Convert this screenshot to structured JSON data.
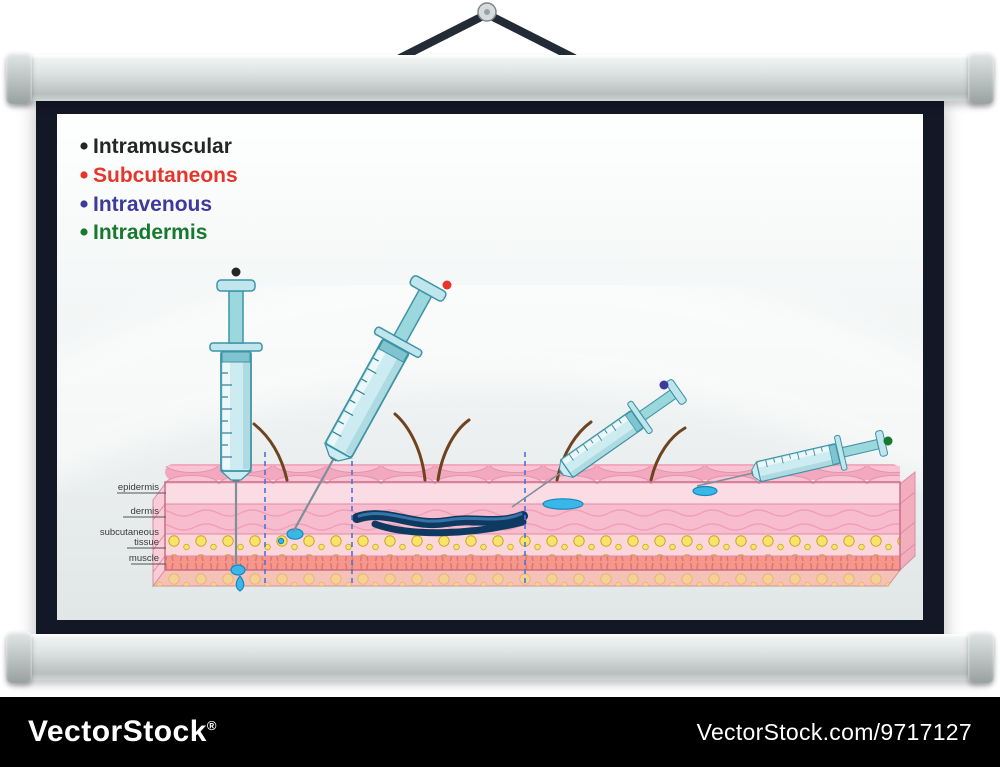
{
  "legend": {
    "items": [
      {
        "label": "Intramuscular",
        "color": "#252525"
      },
      {
        "label": "Subcutaneons",
        "color": "#e6352b"
      },
      {
        "label": "Intravenous",
        "color": "#3d3a9c"
      },
      {
        "label": "Intradermis",
        "color": "#17792f"
      }
    ]
  },
  "skin": {
    "layer_labels": [
      "epidermis",
      "dermis",
      "subcutaneous",
      "tissue",
      "muscle"
    ]
  },
  "footer": {
    "brand": "VectorStock",
    "registered_mark": "®",
    "url": "VectorStock.com/9717127"
  }
}
